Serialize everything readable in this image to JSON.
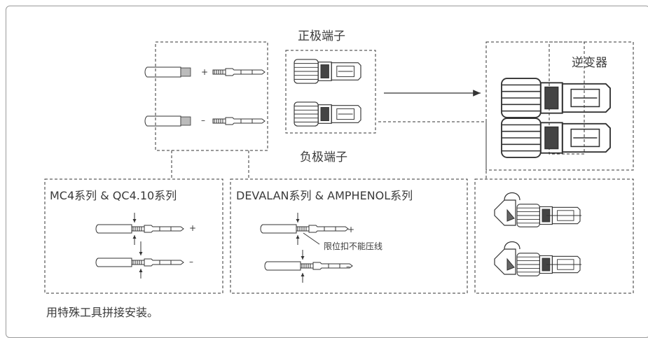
{
  "labels": {
    "positive_terminal": "正极端子",
    "negative_terminal": "负极端子",
    "inverter": "逆变器",
    "mc4_series": "MC4系列 & QC4.10系列",
    "devalan_series": "DEVALAN系列 & AMPHENOL系列",
    "limit_note": "限位扣不能压线",
    "footer_note": "用特殊工具拼接安装。"
  },
  "signs": {
    "plus": "+",
    "minus": "–"
  },
  "icons": [
    "crimp-pin-icon",
    "cable-icon",
    "mc4-connector-icon",
    "arrow-right-icon",
    "unlock-tool-icon"
  ]
}
